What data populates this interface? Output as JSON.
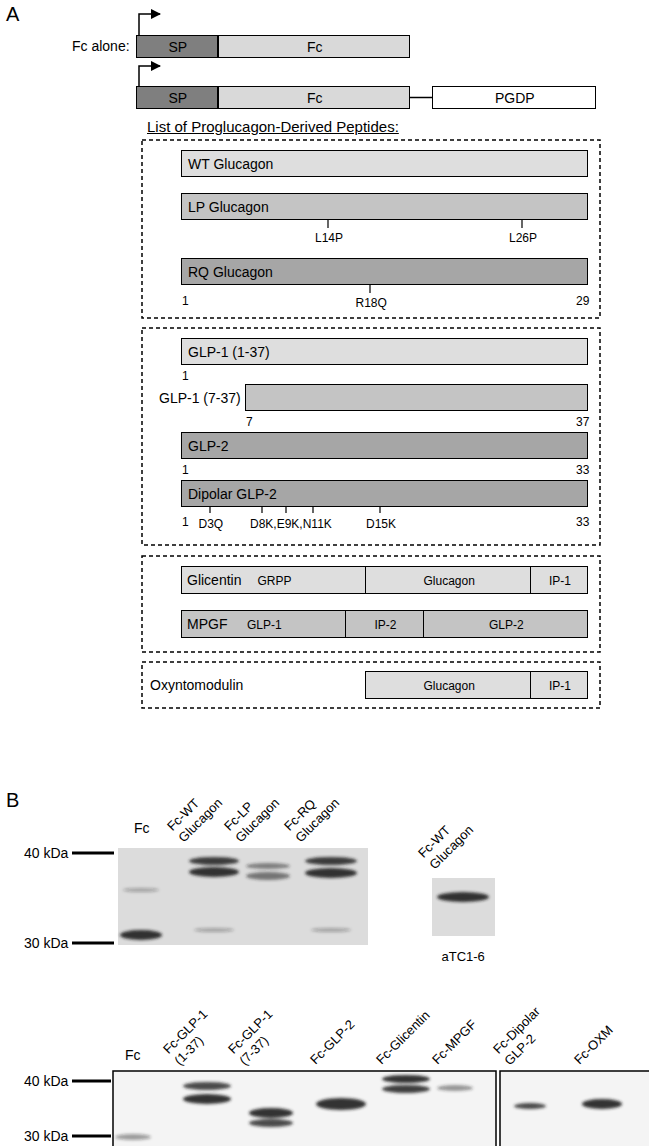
{
  "diagram": {
    "nodes": [
      {
        "text": [
          "SP"
        ]
      },
      {
        "text": [
          "Fc"
        ]
      },
      {
        "text": [
          "SP"
        ]
      },
      {
        "text": [
          "Fc"
        ]
      },
      {
        "text": [
          "PGDP"
        ]
      },
      {
        "text": [
          "WT Glucagon"
        ]
      },
      {
        "text": [
          "LP Glucagon",
          "L14P",
          "L26P"
        ]
      },
      {
        "text": [
          "RQ Glucagon",
          "1",
          "R18Q",
          "29"
        ]
      },
      {
        "text": [
          "GLP-1 (1-37)",
          "1"
        ]
      },
      {
        "text": [
          "GLP-1 (7-37)",
          "7",
          "37"
        ]
      },
      {
        "text": [
          "GLP-2",
          "1",
          "33"
        ]
      },
      {
        "text": [
          "Dipolar GLP-2",
          "1",
          "D3Q",
          "D8K,E9K,N11K",
          "D15K",
          "33"
        ]
      },
      {
        "text": [
          "Glicentin"
        ]
      },
      {
        "text": [
          "GRPP"
        ],
        "in": 12
      },
      {
        "text": [
          "Glucagon"
        ],
        "in": 12
      },
      {
        "text": [
          "IP-1"
        ],
        "in": 12
      },
      {
        "text": [
          "MPGF"
        ]
      },
      {
        "text": [
          "GLP-1"
        ],
        "in": 16
      },
      {
        "text": [
          "IP-2"
        ],
        "in": 16
      },
      {
        "text": [
          "GLP-2"
        ],
        "in": 16
      },
      {
        "text": [
          "Oxyntomodulin"
        ]
      },
      {
        "text": [
          "Glucagon"
        ],
        "in": 20
      },
      {
        "text": [
          "IP-1"
        ],
        "in": 20
      }
    ],
    "edges": [
      {
        "from": 3,
        "to": 4,
        "arrow": "none"
      }
    ],
    "labels": [
      "A",
      "Fc alone:",
      "List of Proglucagon-Derived Peptides:",
      "B",
      "Fc",
      "Fc-WT Glucagon",
      "Fc-LP Glucagon",
      "Fc-RQ Glucagon",
      "Fc-WT Glucagon",
      "40 kDa",
      "30 kDa",
      "aTC1-6",
      "Fc",
      "Fc-GLP-1 (1-37)",
      "Fc-GLP-1 (7-37)",
      "Fc-GLP-2",
      "Fc-Glicentin",
      "Fc-MPGF",
      "Fc-Dipolar GLP-2",
      "Fc-OXM",
      "40 kDa",
      "30 kDa"
    ]
  }
}
